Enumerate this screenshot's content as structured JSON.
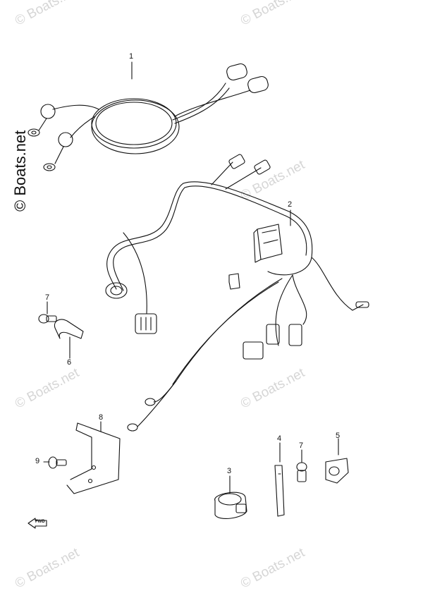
{
  "watermark_text": "© Boats.net",
  "copyright_text": "© Boats.net",
  "callouts": {
    "c1": "1",
    "c2": "2",
    "c3": "3",
    "c4": "4",
    "c5": "5",
    "c6": "6",
    "c7a": "7",
    "c7b": "7",
    "c8": "8",
    "c9": "9"
  },
  "fwd_label": "FWD",
  "colors": {
    "line": "#111111",
    "watermark": "#d6d6d6"
  }
}
